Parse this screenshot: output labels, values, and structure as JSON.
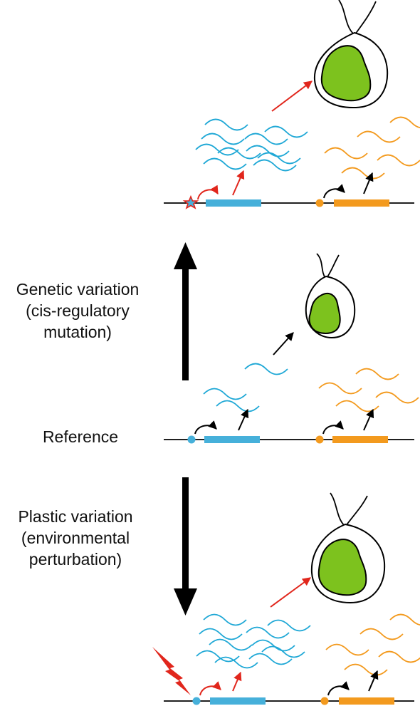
{
  "labels": {
    "genetic": [
      "Genetic variation",
      "(cis-regulatory",
      "mutation)"
    ],
    "reference": "Reference",
    "plastic": [
      "Plastic variation",
      "(environmental",
      "perturbation)"
    ]
  },
  "colors": {
    "blue": "#46B0DA",
    "orange": "#F39A1E",
    "red": "#E1261C",
    "green": "#7DC21E",
    "black": "#000000"
  },
  "panels": [
    {
      "id": "genetic",
      "regulator": "star",
      "regulator_color": "blue",
      "blue_arrows": "red",
      "blue_transcript_count": "many",
      "cell_size": "large"
    },
    {
      "id": "reference",
      "regulator": "circle",
      "regulator_color": "blue",
      "blue_arrows": "black",
      "blue_transcript_count": "few",
      "cell_size": "small"
    },
    {
      "id": "plastic",
      "regulator": "circle",
      "regulator_color": "blue",
      "blue_arrows": "red",
      "blue_transcript_count": "many",
      "cell_size": "large",
      "environmental_signal": "lightning-bolt-icon"
    }
  ]
}
